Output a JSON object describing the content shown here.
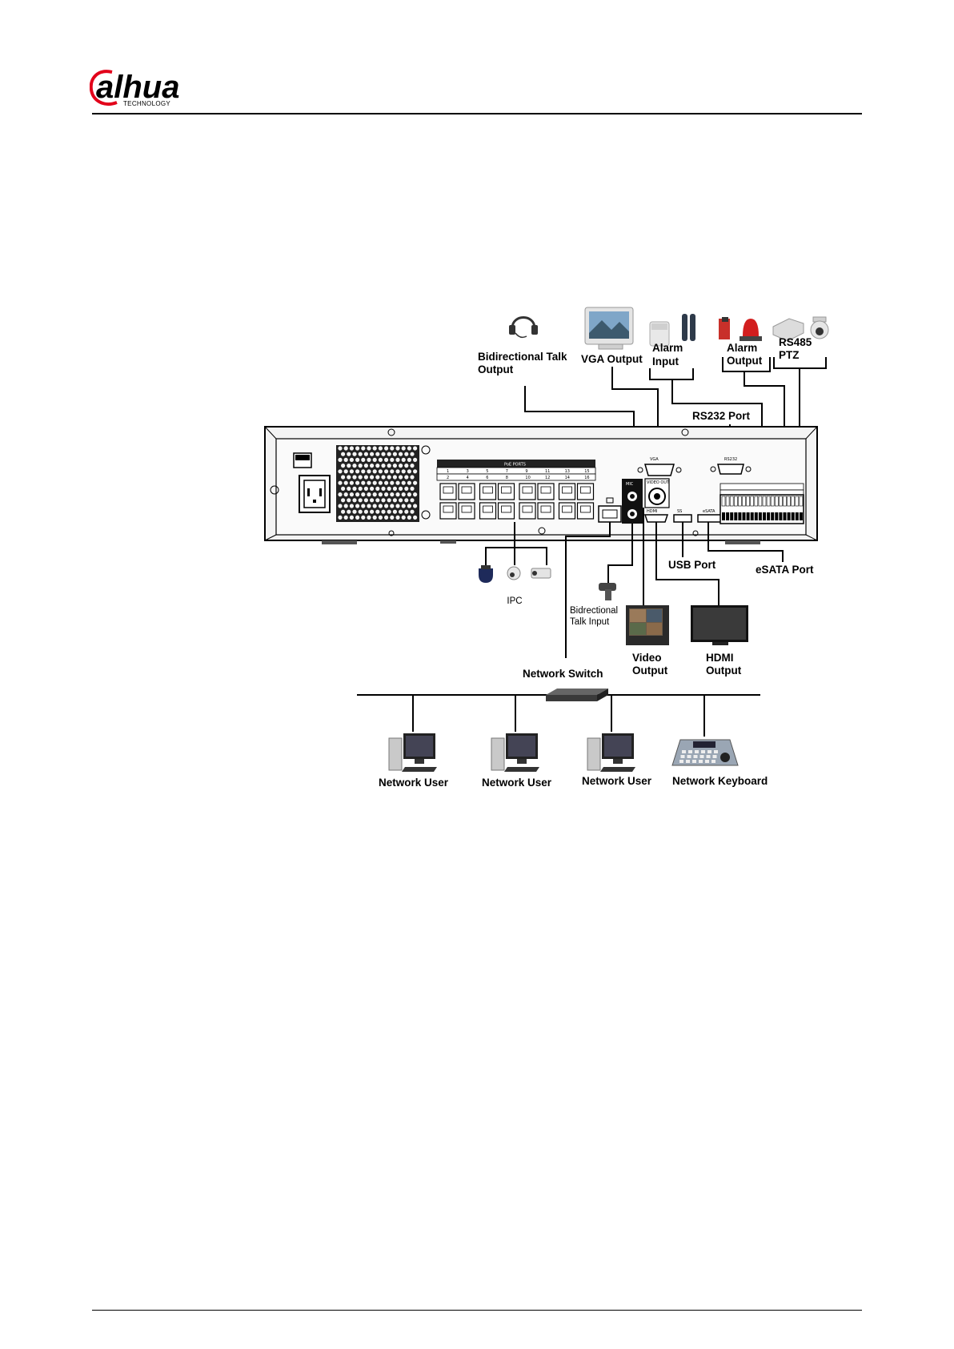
{
  "header": {
    "brand": "alhua",
    "brand_sub": "TECHNOLOGY"
  },
  "diagram": {
    "labels": {
      "bidirectional_talk_output_1": "Bidirectional Talk",
      "bidirectional_talk_output_2": "Output",
      "vga_output": "VGA Output",
      "alarm_input_1": "Alarm",
      "alarm_input_2": "Input",
      "alarm_output_1": "Alarm",
      "alarm_output_2": "Output",
      "rs485_1": "RS485",
      "rs485_2": "PTZ",
      "rs232_port": "RS232 Port",
      "usb_port": "USB Port",
      "esata_port": "eSATA Port",
      "ipc": "IPC",
      "bidirectional_talk_input_1": "Bidrectional",
      "bidirectional_talk_input_2": "Talk Input",
      "video_output_1": "Video",
      "video_output_2": "Output",
      "hdmi_output_1": "HDMI",
      "hdmi_output_2": "Output",
      "network_switch": "Network Switch",
      "network_user_1": "Network User",
      "network_user_2": "Network User",
      "network_user_3": "Network User",
      "network_keyboard": "Network Keyboard"
    },
    "panel_text": {
      "poe_ports": "PoE PORTS",
      "vga": "VGA",
      "rs232": "RS232",
      "video_out": "VIDEO OUT",
      "mic": "MIC",
      "hdmi": "HDMI",
      "usb": "SS",
      "esata": "eSATA"
    },
    "poe_port_numbers_top": [
      "1",
      "3",
      "5",
      "7",
      "9",
      "11",
      "13",
      "15"
    ],
    "poe_port_numbers_bottom": [
      "2",
      "4",
      "6",
      "8",
      "10",
      "12",
      "14",
      "16"
    ]
  }
}
